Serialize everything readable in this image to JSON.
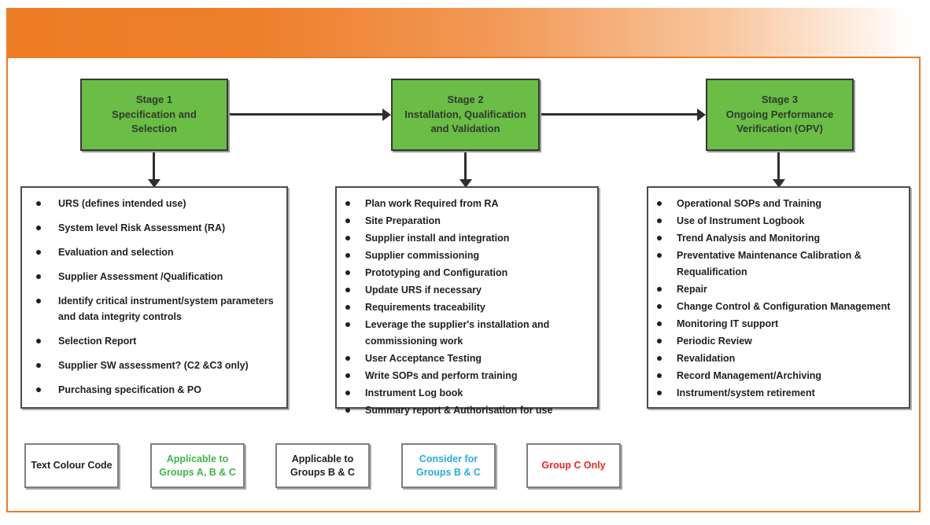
{
  "palette": {
    "orange": "#ed7c24",
    "stage_green": "#6abd45",
    "stage_border": "#383838",
    "list_border": "#4c4c4c",
    "legend_border": "#7f7f7f",
    "arrow": "#2e2e2e",
    "text_black": "#1f1f1f",
    "text_green": "#3fb549",
    "text_blue": "#29abe2",
    "text_red": "#ed2824",
    "stage_text": "#303a30"
  },
  "stages": [
    {
      "title_lines": [
        "Stage 1",
        "Specification and",
        "Selection"
      ],
      "items": [
        {
          "text": "URS (defines intended use)",
          "color": "green"
        },
        {
          "text": "System level Risk Assessment (RA)",
          "color": "green"
        },
        {
          "text": "Evaluation and selection",
          "color": "green"
        },
        {
          "text": "Supplier Assessment /Qualification",
          "color": "blue"
        },
        {
          "text": "Identify critical instrument/system parameters and data integrity controls",
          "color": "blue"
        },
        {
          "text": "Selection Report",
          "color": "blue"
        },
        {
          "text": "Supplier SW assessment? (C2 &C3 only)",
          "color": "red"
        },
        {
          "text": "Purchasing specification & PO",
          "color": "green"
        }
      ]
    },
    {
      "title_lines": [
        "Stage 2",
        "Installation, Qualification",
        "and Validation"
      ],
      "items": [
        {
          "text": "Plan work Required from RA",
          "color": "black"
        },
        {
          "text": "Site Preparation",
          "color": "black"
        },
        {
          "text": "Supplier install and integration",
          "color": "black"
        },
        {
          "text": "Supplier commissioning",
          "color": "black"
        },
        {
          "text": "Prototyping and Configuration",
          "color": "blue"
        },
        {
          "text": "Update URS if necessary",
          "color": "blue"
        },
        {
          "text": "Requirements traceability",
          "color": "blue"
        },
        {
          "text": "Leverage the supplier's installation and commissioning work",
          "color": "blue"
        },
        {
          "text": "User Acceptance Testing",
          "color": "black"
        },
        {
          "text": "Write SOPs and perform training",
          "color": "green"
        },
        {
          "text": "Instrument Log book",
          "color": "black"
        },
        {
          "text": "Summary report & Authorisation for use",
          "color": "black"
        }
      ]
    },
    {
      "title_lines": [
        "Stage 3",
        "Ongoing  Performance",
        "Verification (OPV)"
      ],
      "items": [
        {
          "text": "Operational SOPs and Training",
          "color": "black"
        },
        {
          "text": "Use of Instrument Logbook",
          "color": "black"
        },
        {
          "text": "Trend Analysis and Monitoring",
          "color": "black"
        },
        {
          "text": "Preventative Maintenance Calibration & Requalification",
          "color": "black"
        },
        {
          "text": "Repair",
          "color": "black"
        },
        {
          "text": "Change Control & Configuration Management",
          "color": "black"
        },
        {
          "text": "Monitoring IT support",
          "color": "black"
        },
        {
          "text": "Periodic Review",
          "color": "black"
        },
        {
          "text": "Revalidation",
          "color": "black"
        },
        {
          "text": "Record Management/Archiving",
          "color": "black"
        },
        {
          "text": "Instrument/system retirement",
          "color": "black"
        }
      ]
    }
  ],
  "legend": [
    {
      "label": "Text Colour Code",
      "color": "black"
    },
    {
      "label": "Applicable to Groups A, B & C",
      "color": "green"
    },
    {
      "label": "Applicable to Groups B & C",
      "color": "black"
    },
    {
      "label": "Consider for Groups B & C",
      "color": "blue"
    },
    {
      "label": "Group C Only",
      "color": "red"
    }
  ]
}
